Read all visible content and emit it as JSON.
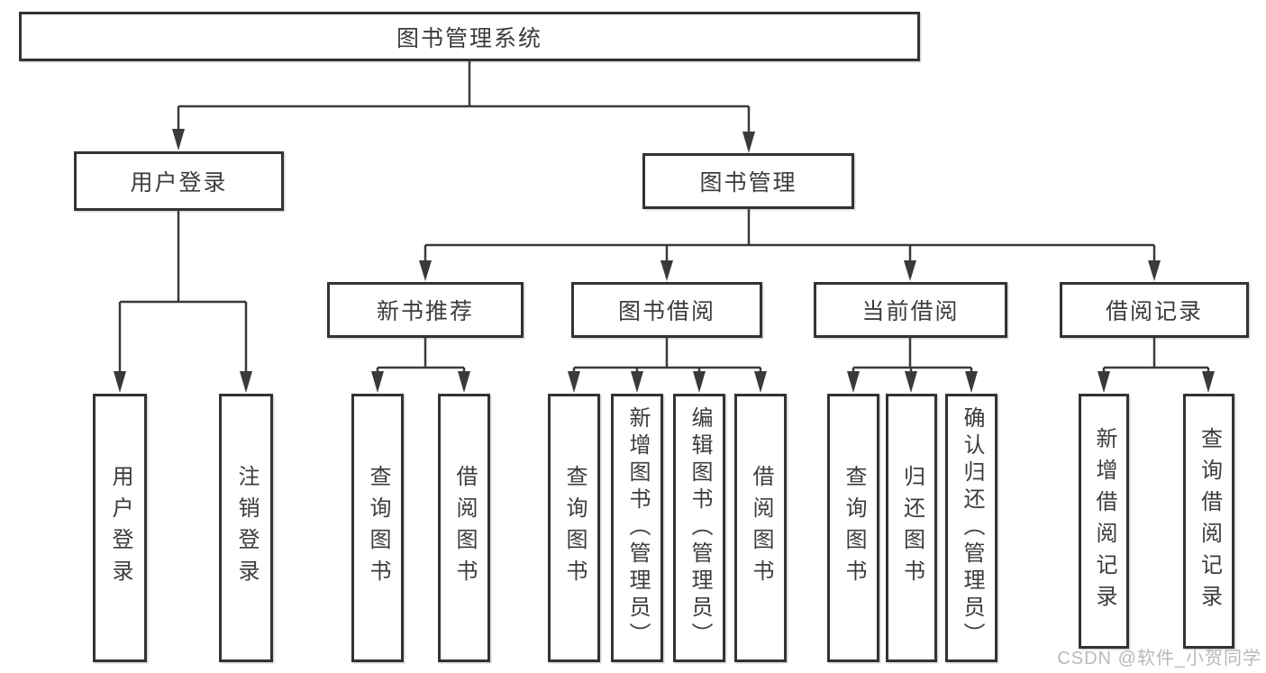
{
  "diagram": {
    "tree": {
      "root": {
        "label": "图书管理系统"
      },
      "level1": [
        {
          "label": "用户登录",
          "leaves": [
            {
              "label": "用户登录"
            },
            {
              "label": "注销登录"
            }
          ]
        },
        {
          "label": "图书管理",
          "groups": [
            {
              "label": "新书推荐",
              "leaves": [
                {
                  "label": "查询图书"
                },
                {
                  "label": "借阅图书"
                }
              ]
            },
            {
              "label": "图书借阅",
              "leaves": [
                {
                  "label": "查询图书"
                },
                {
                  "label": "新增图书（管理员）"
                },
                {
                  "label": "编辑图书（管理员）"
                },
                {
                  "label": "借阅图书"
                }
              ]
            },
            {
              "label": "当前借阅",
              "leaves": [
                {
                  "label": "查询图书"
                },
                {
                  "label": "归还图书"
                },
                {
                  "label": "确认归还（管理员）"
                }
              ]
            },
            {
              "label": "借阅记录",
              "leaves": [
                {
                  "label": "新增借阅记录"
                },
                {
                  "label": "查询借阅记录"
                }
              ]
            }
          ]
        }
      ]
    }
  },
  "watermark": {
    "text": "CSDN @软件_小贺同学"
  },
  "colors": {
    "background": "#ffffff",
    "border": "#333333",
    "line": "#3a3a3a",
    "text": "#3c3c3c",
    "watermark": "#b9b9b9"
  }
}
